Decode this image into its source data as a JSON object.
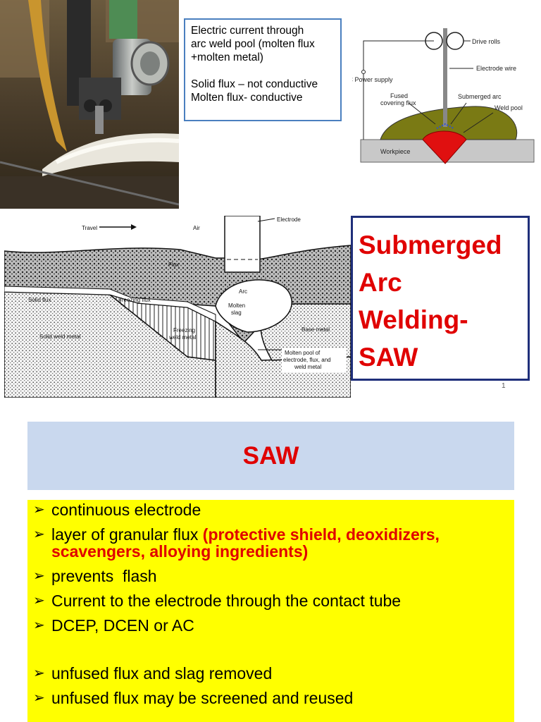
{
  "slide1": {
    "textbox": {
      "line1": "Electric current through",
      "line2": "arc weld pool (molten flux",
      "line3": "+molten metal)",
      "line4": "Solid flux – not conductive",
      "line5": "Molten flux- conductive"
    },
    "schematic": {
      "drive_rolls": "Drive rolls",
      "electrode_wire": "Electrode wire",
      "power_supply": "DC Power supply",
      "fused_flux_1": "Fused",
      "fused_flux_2": "covering flux",
      "submerged_arc": "Submerged arc",
      "weld_pool": "Weld pool",
      "workpiece": "Workpiece"
    },
    "section": {
      "travel": "Travel",
      "air": "Air",
      "electrode": "Electrode",
      "flux": "Flux",
      "arc": "Arc",
      "solid_flux": "Solid flux",
      "freezing_flux": "Freezing flux",
      "molten_slag_1": "Molten",
      "molten_slag_2": "slag",
      "base_metal": "Base metal",
      "solid_weld_metal": "Solid weld metal",
      "freezing_weld_1": "Freezing",
      "freezing_weld_2": "weld metal",
      "molten_pool_1": "Molten pool of",
      "molten_pool_2": "electrode, flux, and",
      "molten_pool_3": "weld metal"
    },
    "title_lines": [
      "Submerged",
      "Arc",
      "Welding-",
      "SAW"
    ],
    "page_number": "1"
  },
  "slide2": {
    "header": "SAW",
    "bullets": [
      {
        "text": "continuous electrode",
        "highlight": ""
      },
      {
        "text": "layer of granular flux ",
        "highlight": "(protective shield, deoxidizers, scavengers, alloying ingredients)"
      },
      {
        "text": "prevents  flash",
        "highlight": ""
      },
      {
        "text": "Current to the electrode through the contact tube",
        "highlight": ""
      },
      {
        "text": "DCEP, DCEN or AC",
        "highlight": ""
      },
      {
        "text": "unfused flux and slag removed",
        "highlight": ""
      },
      {
        "text": "unfused flux may be screened and reused",
        "highlight": ""
      }
    ],
    "bullet_glyph": "➢"
  },
  "colors": {
    "accent_red": "#e00000",
    "header_bg": "#c9d8ee",
    "panel_yellow": "#ffff00",
    "title_border": "#1f2f7a",
    "textbox_border": "#4a7fbf"
  }
}
